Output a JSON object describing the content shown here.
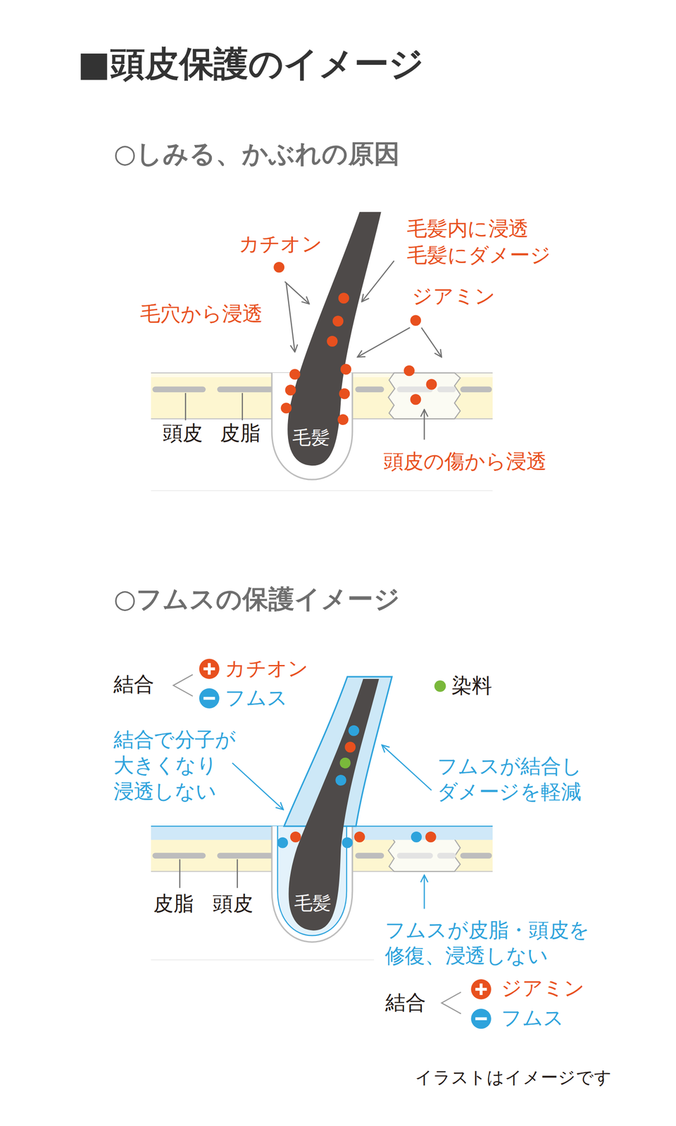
{
  "diagram": {
    "title": "■頭皮保護のイメージ",
    "caption": "イラストはイメージです",
    "nodes": [
      {
        "text": [
          "毛髪"
        ]
      },
      {
        "text": [
          "毛髪"
        ]
      }
    ],
    "labels": [
      "○しみる、かぶれの原因",
      "カチオン",
      "毛髪内に浸透 毛髪にダメージ",
      "ジアミン",
      "毛穴から浸透",
      "頭皮",
      "皮脂",
      "頭皮の傷から浸透",
      "○フムスの保護イメージ",
      "結合",
      "カチオン",
      "フムス",
      "結合で分子が 大きくなり 浸透しない",
      "フムスが結合し ダメージを軽減",
      "皮脂",
      "頭皮",
      "フムスが皮脂・頭皮を 修復、浸透しない",
      "結合",
      "ジアミン",
      "フムス"
    ],
    "legend": [
      {
        "text": "染料",
        "color": "#7ab83b"
      }
    ]
  }
}
